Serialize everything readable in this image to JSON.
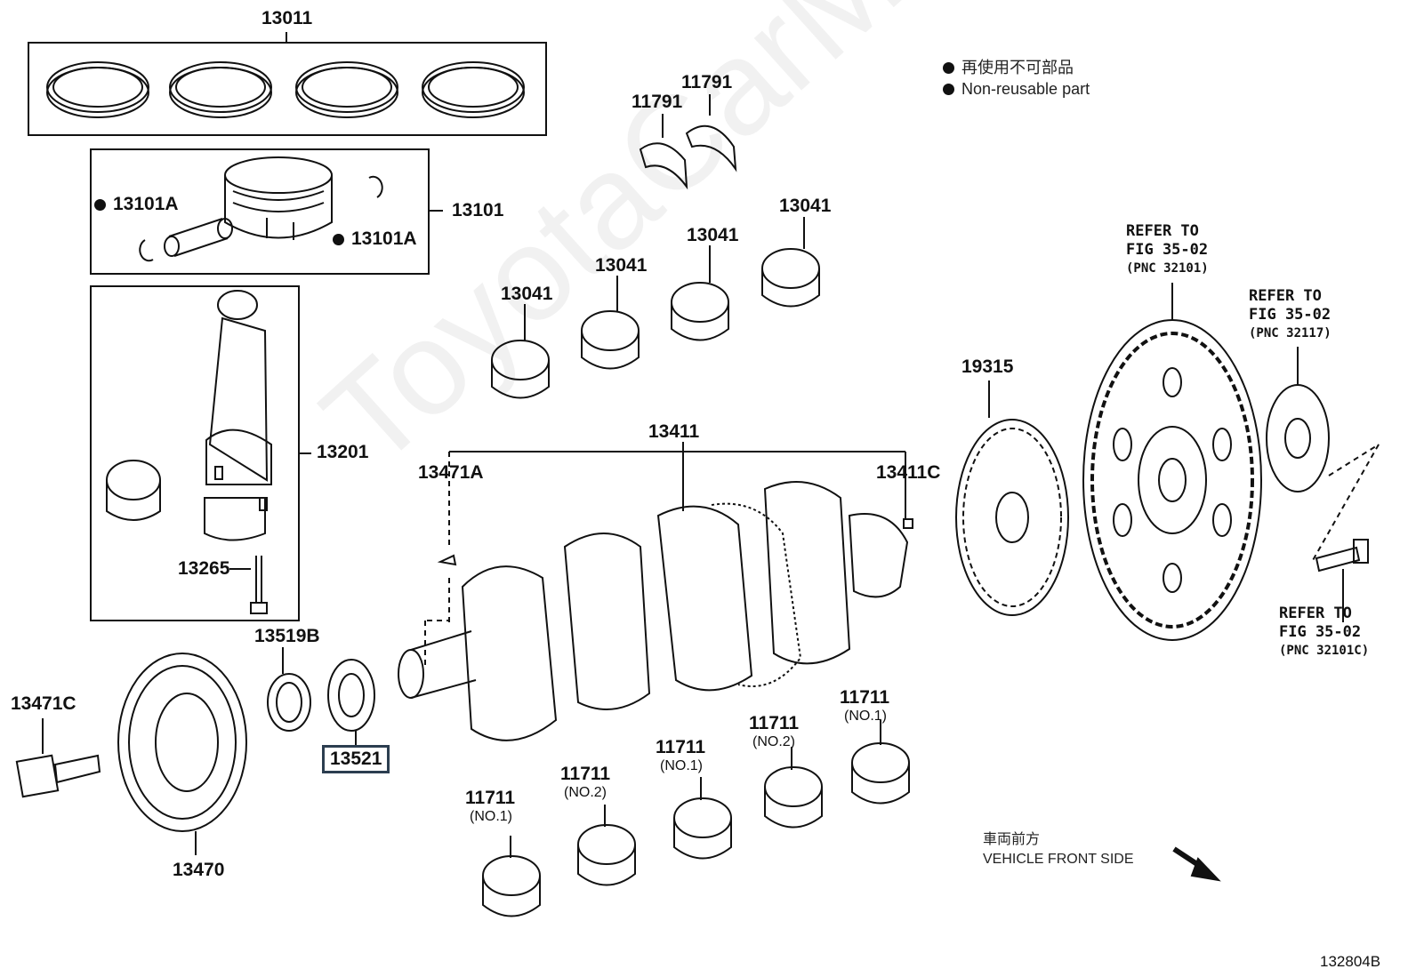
{
  "legend": {
    "line1": "再使用不可部品",
    "line2": "Non-reusable part"
  },
  "watermark": "ToyotaCarMine.ru",
  "diagram_id": "132804B",
  "front_side": {
    "jp": "車両前方",
    "en": "VEHICLE FRONT SIDE"
  },
  "parts": {
    "p13011": "13011",
    "p13101": "13101",
    "p13101a_left": "13101A",
    "p13101a_right": "13101A",
    "p13201": "13201",
    "p13265": "13265",
    "p13519b": "13519B",
    "p13521": "13521",
    "p13471c": "13471C",
    "p13470": "13470",
    "p11791_a": "11791",
    "p11791_b": "11791",
    "p13041_a": "13041",
    "p13041_b": "13041",
    "p13041_c": "13041",
    "p13041_d": "13041",
    "p13411": "13411",
    "p13471a": "13471A",
    "p13411c": "13411C",
    "p19315": "19315",
    "p11711_1": "11711",
    "p11711_2": "11711",
    "p11711_3": "11711",
    "p11711_4": "11711",
    "p11711_5": "11711"
  },
  "bearing_nos": {
    "b1": "(NO.1)",
    "b2": "(NO.2)",
    "b3": "(NO.1)",
    "b4": "(NO.2)",
    "b5": "(NO.1)"
  },
  "refs": {
    "r1": {
      "line1": "REFER TO",
      "line2": "FIG 35-02",
      "line3": "(PNC 32101)"
    },
    "r2": {
      "line1": "REFER TO",
      "line2": "FIG 35-02",
      "line3": "(PNC 32117)"
    },
    "r3": {
      "line1": "REFER TO",
      "line2": "FIG 35-02",
      "line3": "(PNC 32101C)"
    }
  }
}
